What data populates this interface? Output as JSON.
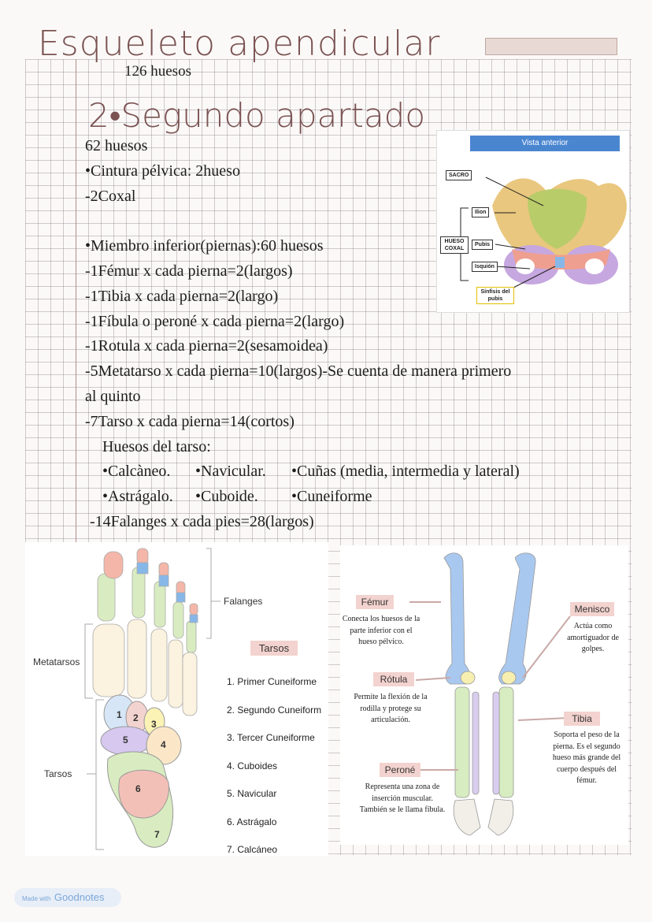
{
  "header": {
    "title": "Esqueleto apendicular",
    "subtitle": "126 huesos"
  },
  "section": {
    "title": "2•Segundo apartado",
    "lines": [
      "62 huesos",
      "•Cintura pélvica: 2hueso",
      "-2Coxal",
      "",
      "•Miembro inferior(piernas):60 huesos",
      "-1Fémur x cada pierna=2(largos)",
      "-1Tibia x cada pierna=2(largo)",
      "-1Fíbula o peroné x cada pierna=2(largo)",
      "-1Rotula x cada pierna=2(sesamoidea)",
      "-5Metatarso x cada pierna=10(largos)-Se cuenta de manera primero",
      "al quinto",
      "-7Tarso x cada pierna=14(cortos)"
    ],
    "tarsal_heading": "Huesos del tarso:",
    "tarsal_row1": [
      "•Calcàneo.",
      "•Navicular.",
      "•Cuñas (media, intermedia y lateral)"
    ],
    "tarsal_row2": [
      "•Astrágalo.",
      "•Cuboide.",
      "•Cuneiforme"
    ],
    "last_line": "-14Falanges x cada pies=28(largos)"
  },
  "pelvis_figure": {
    "header": "Vista anterior",
    "labels": {
      "sacro": "SACRO",
      "ilion": "Ilion",
      "hueso_coxal": "HUESO COXAL",
      "pubis": "Pubis",
      "isquion": "Isquión",
      "sinfisis": "Sínfisis del pubis"
    }
  },
  "foot_figure": {
    "label_falanges": "Falanges",
    "label_metatarsos": "Metatarsos",
    "label_tarsos": "Tarsos",
    "tarsos_tag": "Tarsos",
    "bone_numbers": [
      "1",
      "2",
      "3",
      "4",
      "5",
      "6",
      "7"
    ],
    "list": [
      "1. Primer Cuneiforme",
      "2. Segundo Cuneiform",
      "3. Tercer Cuneiforme",
      "4. Cuboides",
      "5. Navicular",
      "6. Astrágalo",
      "7. Calcáneo"
    ]
  },
  "leg_figure": {
    "femur": {
      "name": "Fémur",
      "desc": "Conecta los huesos de la parte inferior con el hueso pélvico."
    },
    "rotula": {
      "name": "Rótula",
      "desc": "Permite la flexión de la rodilla y protege su articulación."
    },
    "perone": {
      "name": "Peroné",
      "desc": "Representa una zona de inserción muscular. También se le llama fíbula."
    },
    "menisco": {
      "name": "Menisco",
      "desc": "Actúa como amortiguador de golpes."
    },
    "tibia": {
      "name": "Tibia",
      "desc": "Soporta el peso de la pierna. Es el segundo hueso más grande del cuerpo después del fémur."
    }
  },
  "watermark": {
    "prefix": "Made with",
    "brand": "Goodnotes"
  },
  "colors": {
    "title": "#7a5252",
    "tag": "#f3d3cf",
    "femur": "#a9c8ef",
    "tibia": "#d7ecc0",
    "perone": "#d9cdef"
  }
}
